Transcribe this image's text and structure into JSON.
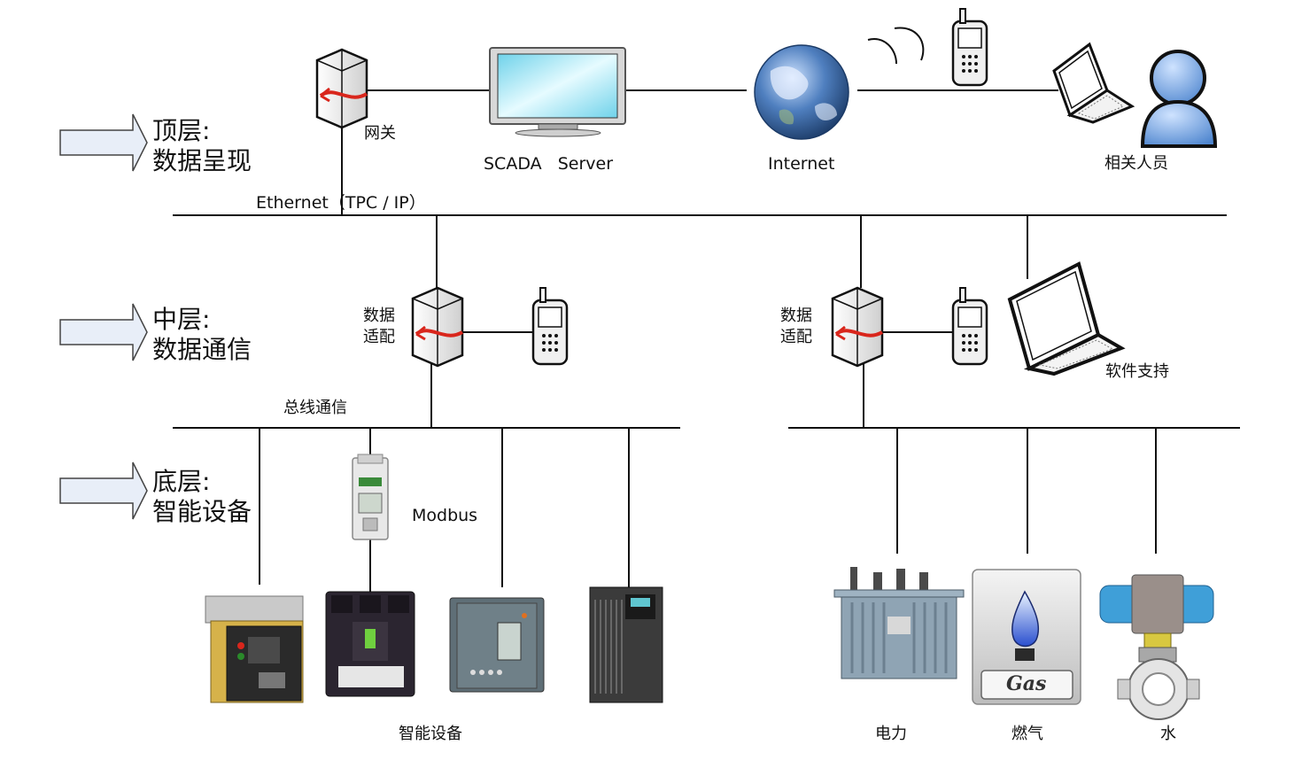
{
  "layers": [
    {
      "title": "顶层:",
      "subtitle": "数据呈现"
    },
    {
      "title": "中层:",
      "subtitle": "数据通信"
    },
    {
      "title": "底层:",
      "subtitle": "智能设备"
    }
  ],
  "labels": {
    "gateway": "网关",
    "scada_server": "SCADA   Server",
    "internet": "Internet",
    "personnel": "相关人员",
    "ethernet": "Ethernet（TPC / IP）",
    "data_adapter_left": "数据\n适配",
    "data_adapter_right": "数据\n适配",
    "software_support": "软件支持",
    "bus_comm": "总线通信",
    "modbus": "Modbus",
    "smart_devices": "智能设备",
    "power": "电力",
    "gas": "燃气",
    "water": "水",
    "gas_sign": "Gas"
  },
  "colors": {
    "line": "#111111",
    "arrow_fill": "#e8eef8",
    "arrow_stroke": "#444444",
    "server_red": "#d9261c",
    "monitor_screen": "#8fe0ef",
    "person_blue": "#6f9fd8",
    "globe_blue": "#2f5f9f"
  }
}
